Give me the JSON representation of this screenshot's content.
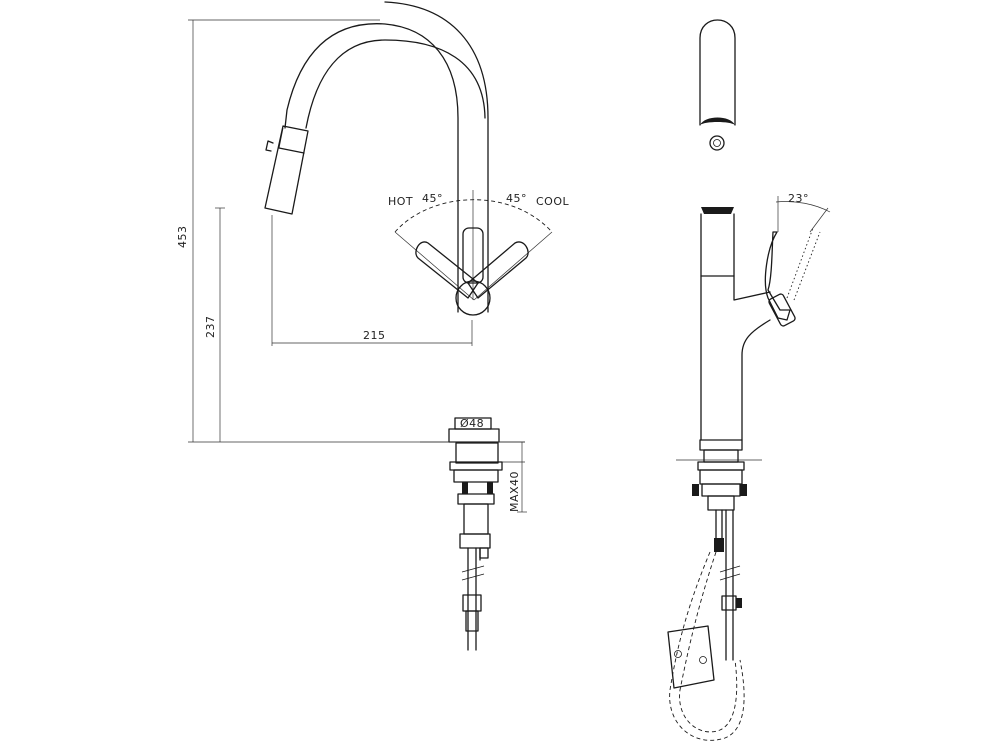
{
  "dimensions": {
    "total_height": "453",
    "spout_height": "237",
    "spout_reach": "215",
    "base_diameter": "Ø48",
    "max_thickness": "MAX40"
  },
  "handle": {
    "hot_label": "HOT",
    "hot_angle": "45°",
    "cool_angle": "45°",
    "cool_label": "COOL"
  },
  "side_view": {
    "pullout_angle": "23°"
  }
}
